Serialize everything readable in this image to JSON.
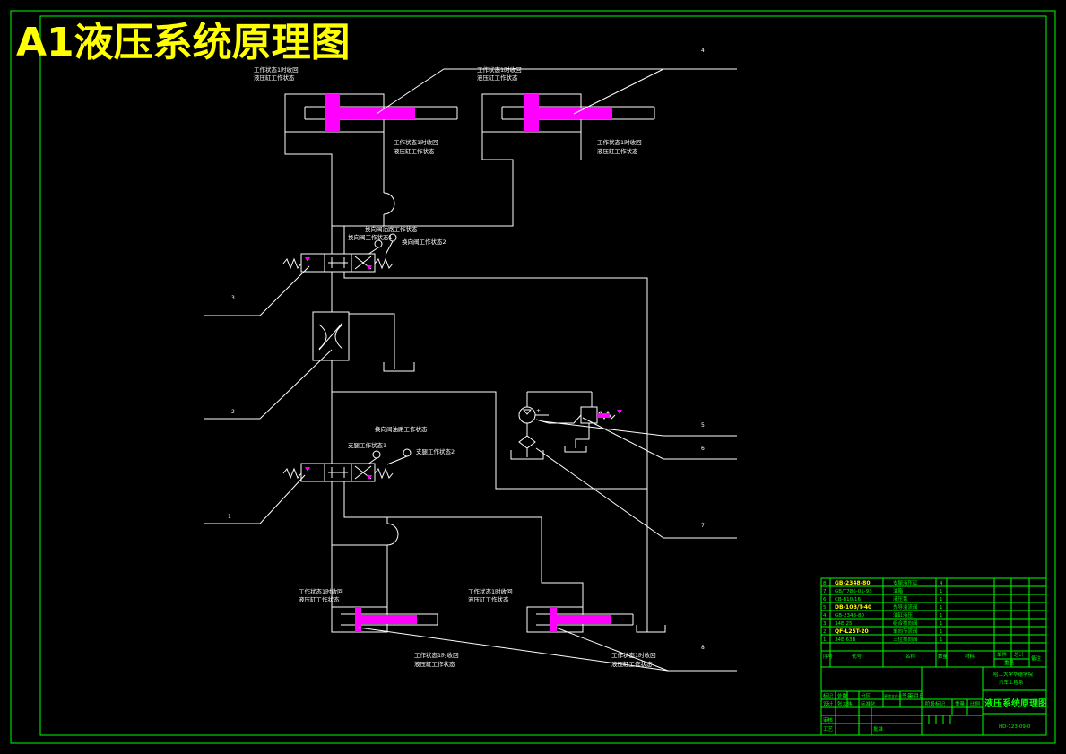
{
  "title": "A1液压系统原理图",
  "labels": {
    "cyl_tl": [
      "工作状态1时收回",
      "液压缸工作状态"
    ],
    "cyl_tr": [
      "工作状态1时收回",
      "液压缸工作状态"
    ],
    "cyl_tl_b": [
      "工作状态1时收回",
      "液压缸工作状态"
    ],
    "cyl_tr_b": [
      "工作状态1时收回",
      "液压缸工作状态"
    ],
    "valve_top_a": "换向阀工作状态1",
    "valve_top_b": "换向阀工作状态2",
    "valve_top_head": "换向阀油路工作状态",
    "valve_bot_head": "换向阀油路工作状态",
    "valve_bot_a": "支腿工作状态1",
    "valve_bot_b": "支腿工作状态2",
    "cyl_bl": [
      "工作状态1时收回",
      "液压缸工作状态"
    ],
    "cyl_br": [
      "工作状态1时收回",
      "液压缸工作状态"
    ],
    "cyl_bl_b": [
      "工作状态1时收回",
      "液压缸工作状态"
    ],
    "cyl_br_b": [
      "工作状态1时收回",
      "液压缸工作状态"
    ]
  },
  "callouts": [
    "4",
    "3",
    "2",
    "1",
    "5",
    "6",
    "7",
    "8"
  ],
  "title_block": {
    "parts": [
      {
        "no": "8",
        "code": "GB-2348-80",
        "name": "支腿液压缸",
        "qty": "4"
      },
      {
        "no": "7",
        "code": "GB/T786-01-93",
        "name": "油箱",
        "qty": "1"
      },
      {
        "no": "6",
        "code": "CB-B10/16",
        "name": "液压泵",
        "qty": "1"
      },
      {
        "no": "5",
        "code": "DB-10B/T-40",
        "name": "先导溢流阀",
        "qty": "1"
      },
      {
        "no": "4",
        "code": "GB-2348-80",
        "name": "油缸液压",
        "qty": "1"
      },
      {
        "no": "3",
        "code": "34E-25",
        "name": "组合换向阀",
        "qty": "1"
      },
      {
        "no": "2",
        "code": "QF-L25T-20",
        "name": "单向节流阀",
        "qty": "1"
      },
      {
        "no": "1",
        "code": "34E-63B",
        "name": "三位换向阀",
        "qty": "1"
      }
    ],
    "header": [
      "序号",
      "代号",
      "名称",
      "数量",
      "材料",
      "单件",
      "总计",
      "备注"
    ],
    "mass_label": "重量",
    "school": [
      "哈工大学华德学院",
      "汽车工程系"
    ],
    "drawing_name": "液压系统原理图",
    "drawing_no": "HD-123-09-0",
    "design_label": "设计",
    "designer": "张大伟",
    "std_label": "标准化",
    "check_label": "审核",
    "process_label": "工艺",
    "approve_label": "批准",
    "stage_label": "阶段标记",
    "weight_label": "重量",
    "scale_label": "比例",
    "mark_row": [
      "标记",
      "处数",
      "分区",
      "更改文件号",
      "签名",
      "年月日"
    ]
  },
  "colors": {
    "line": "#ffffff",
    "frame": "#00ff00",
    "piston": "#ff00ff",
    "title": "#ffff00"
  }
}
